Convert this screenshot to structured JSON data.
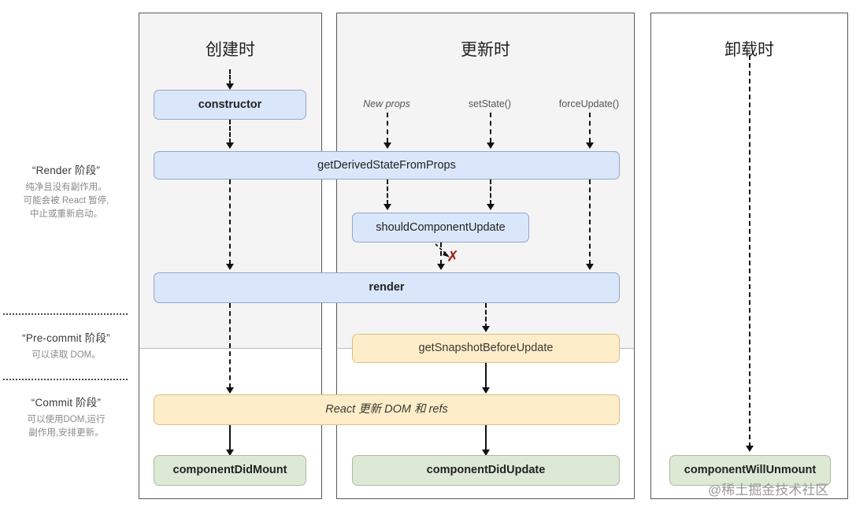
{
  "legend": [
    {
      "title": "“Render 阶段”",
      "lines": [
        "纯净且没有副作用。",
        "可能会被 React 暂停,",
        "中止或重新启动。"
      ]
    },
    {
      "title": "“Pre-commit 阶段”",
      "lines": [
        "可以读取 DOM。"
      ]
    },
    {
      "title": "“Commit 阶段”",
      "lines": [
        "可以使用DOM,运行",
        "副作用,安排更新。"
      ]
    }
  ],
  "panels": [
    {
      "title": "创建时"
    },
    {
      "title": "更新时"
    },
    {
      "title": "卸载时"
    }
  ],
  "triggers": [
    {
      "label": "New props"
    },
    {
      "label": "setState()"
    },
    {
      "label": "forceUpdate()"
    }
  ],
  "nodes": {
    "constructor": "constructor",
    "get_derived_state_from_props": "getDerivedStateFromProps",
    "should_component_update": "shouldComponentUpdate",
    "render": "render",
    "get_snapshot_before_update": "getSnapshotBeforeUpdate",
    "react_updates_dom": "React 更新 DOM 和 refs",
    "component_did_mount": "componentDidMount",
    "component_did_update": "componentDidUpdate",
    "component_will_unmount": "componentWillUnmount"
  },
  "annotations": {
    "skip_render_x": "✗"
  },
  "watermark": "@稀土掘金技术社区",
  "colors": {
    "blue_fill": "#dae7fb",
    "blue_border": "#93a7c4",
    "yellow_fill": "#fdedc9",
    "yellow_border": "#d9bf86",
    "green_fill": "#dde8d5",
    "green_border": "#a9bf9c",
    "panel_border": "#595959",
    "panel_top_fill": "#f4f4f4",
    "x_red": "#a52019"
  }
}
